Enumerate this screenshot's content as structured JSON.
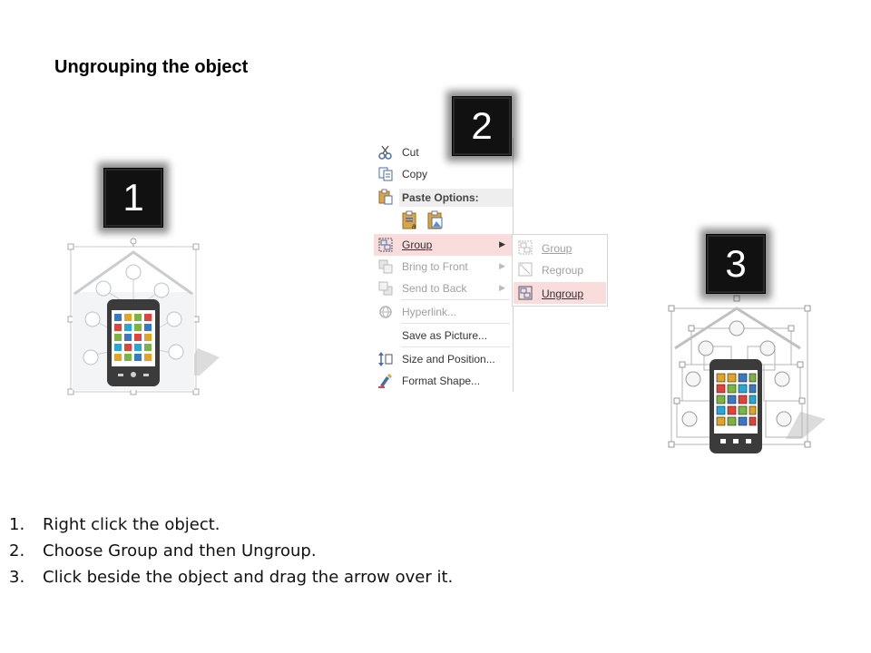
{
  "title": "Ungrouping the object",
  "badges": [
    "1",
    "2",
    "3"
  ],
  "context_menu": {
    "items": [
      {
        "label": "Cut",
        "icon": "scissors-icon",
        "disabled": false
      },
      {
        "label": "Copy",
        "icon": "copy-icon",
        "disabled": false
      },
      {
        "label": "Paste Options:",
        "icon": "paste-icon",
        "header": true
      },
      {
        "label": "Group",
        "icon": "group-icon",
        "disabled": false,
        "submenu": true,
        "highlighted": true
      },
      {
        "label": "Bring to Front",
        "icon": "bring-front-icon",
        "disabled": true,
        "submenu": true
      },
      {
        "label": "Send to Back",
        "icon": "send-back-icon",
        "disabled": true,
        "submenu": true
      },
      {
        "label": "Hyperlink...",
        "icon": "hyperlink-icon",
        "disabled": true
      },
      {
        "label": "Save as Picture...",
        "icon": "",
        "disabled": false
      },
      {
        "label": "Size and Position...",
        "icon": "size-position-icon",
        "disabled": false
      },
      {
        "label": "Format Shape...",
        "icon": "format-shape-icon",
        "disabled": false
      }
    ]
  },
  "submenu": {
    "items": [
      {
        "label": "Group",
        "icon": "group-icon",
        "disabled": true
      },
      {
        "label": "Regroup",
        "icon": "regroup-icon",
        "disabled": true
      },
      {
        "label": "Ungroup",
        "icon": "ungroup-icon",
        "disabled": false,
        "highlighted": true
      }
    ]
  },
  "steps": [
    {
      "num": "1.",
      "text": "Right click the object."
    },
    {
      "num": "2.",
      "text": "Choose Group and then Ungroup."
    },
    {
      "num": "3.",
      "text": "Click beside the object and drag the arrow over it."
    }
  ],
  "colors": {
    "highlight": "#f9dcdc",
    "badge_bg": "#111111",
    "tile_colors": [
      "#3a78c2",
      "#e0a526",
      "#7cb342",
      "#e0433a",
      "#26a7d8"
    ]
  }
}
